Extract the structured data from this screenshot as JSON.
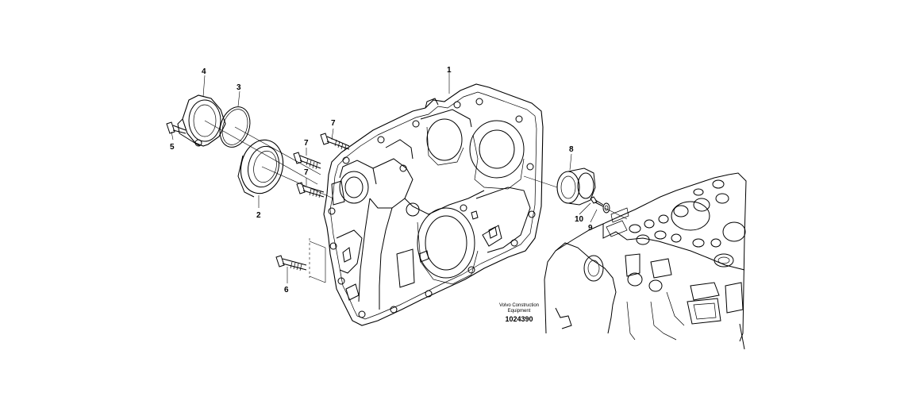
{
  "diagram": {
    "caption": {
      "line1": "Volvo Construction",
      "line2": "Equipment",
      "number": "1024390"
    },
    "callouts": [
      {
        "id": "c1",
        "label": "1"
      },
      {
        "id": "c2",
        "label": "2"
      },
      {
        "id": "c3",
        "label": "3"
      },
      {
        "id": "c4",
        "label": "4"
      },
      {
        "id": "c5",
        "label": "5"
      },
      {
        "id": "c6",
        "label": "6"
      },
      {
        "id": "c7a",
        "label": "7"
      },
      {
        "id": "c7b",
        "label": "7"
      },
      {
        "id": "c7c",
        "label": "7"
      },
      {
        "id": "c8",
        "label": "8"
      },
      {
        "id": "c9",
        "label": "9"
      },
      {
        "id": "c10",
        "label": "10"
      }
    ]
  }
}
